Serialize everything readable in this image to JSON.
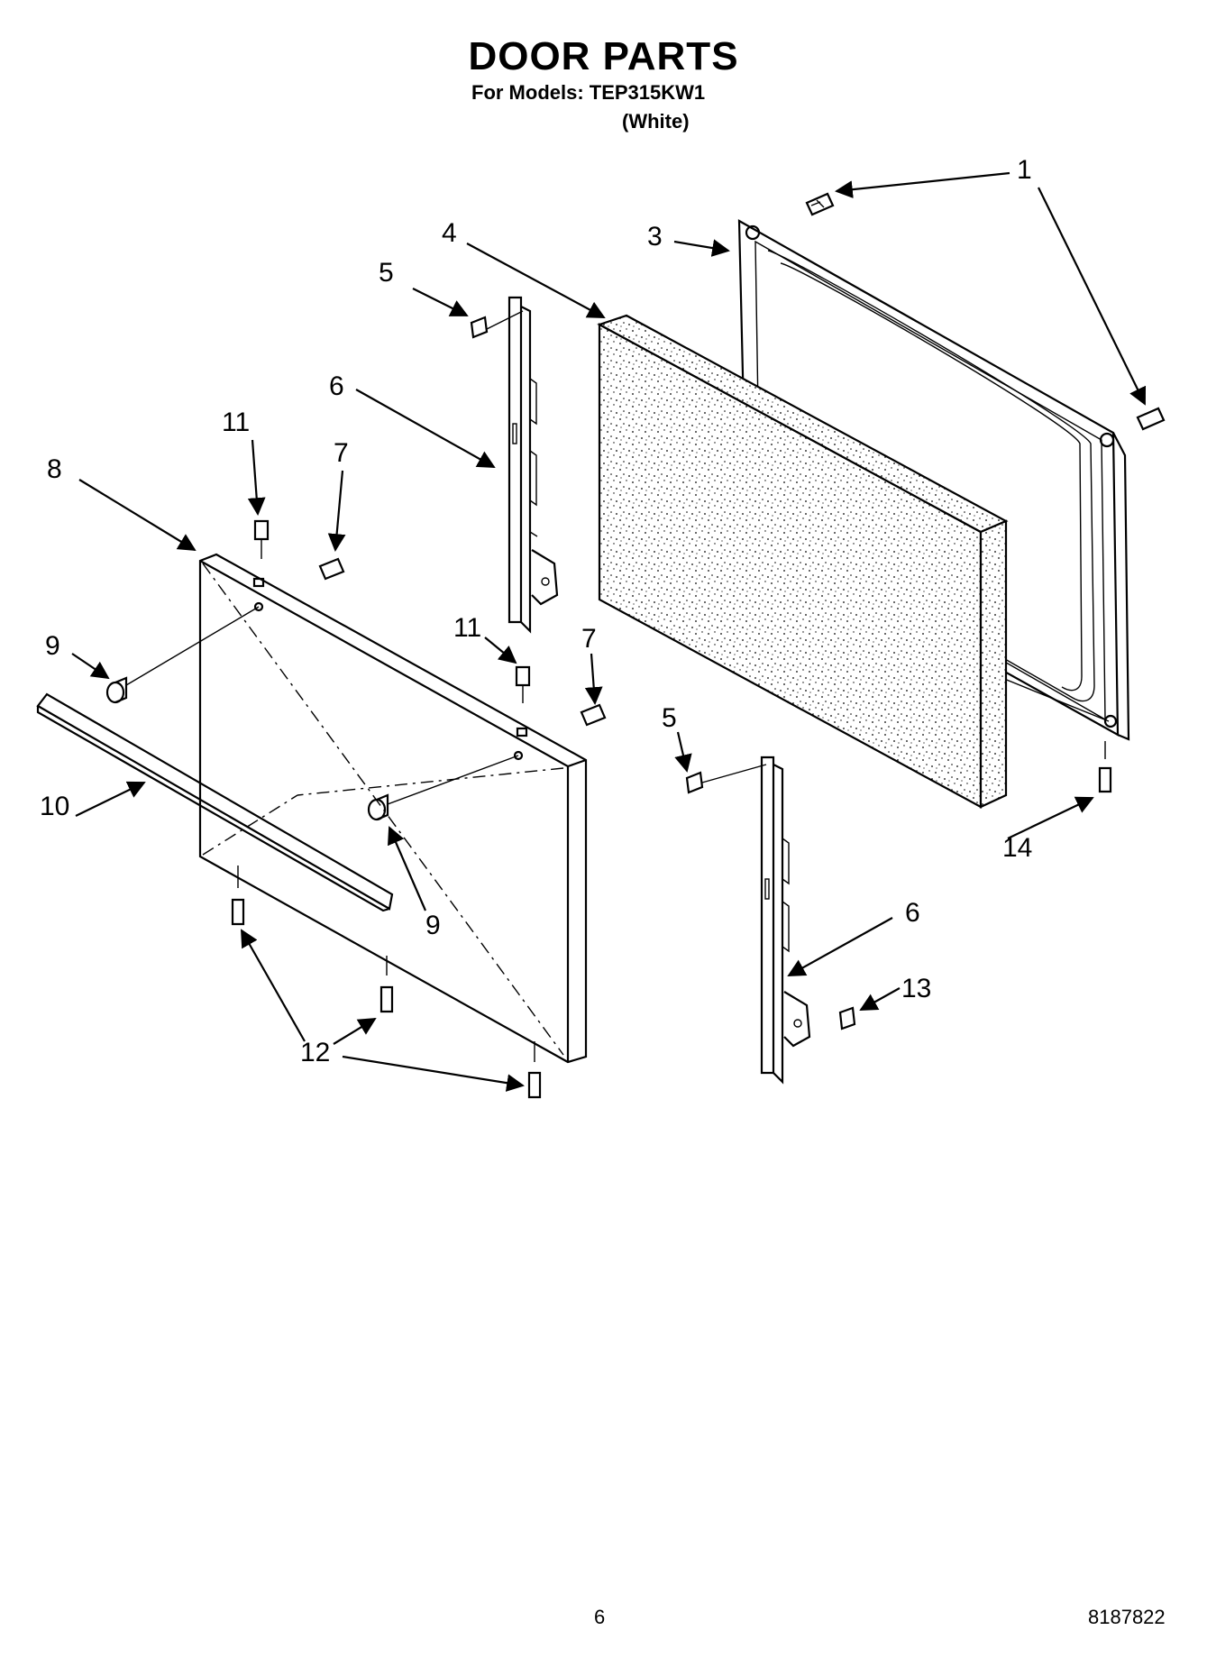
{
  "header": {
    "title": "DOOR PARTS",
    "models_line": "For Models: TEP315KW1",
    "color_note": "(White)"
  },
  "footer": {
    "page_number": "6",
    "document_number": "8187822"
  },
  "callouts": {
    "c1": "1",
    "c3": "3",
    "c4": "4",
    "c5a": "5",
    "c5b": "5",
    "c6a": "6",
    "c6b": "6",
    "c7a": "7",
    "c7b": "7",
    "c8": "8",
    "c9a": "9",
    "c9b": "9",
    "c10": "10",
    "c11a": "11",
    "c11b": "11",
    "c12": "12",
    "c13": "13",
    "c14": "14"
  }
}
